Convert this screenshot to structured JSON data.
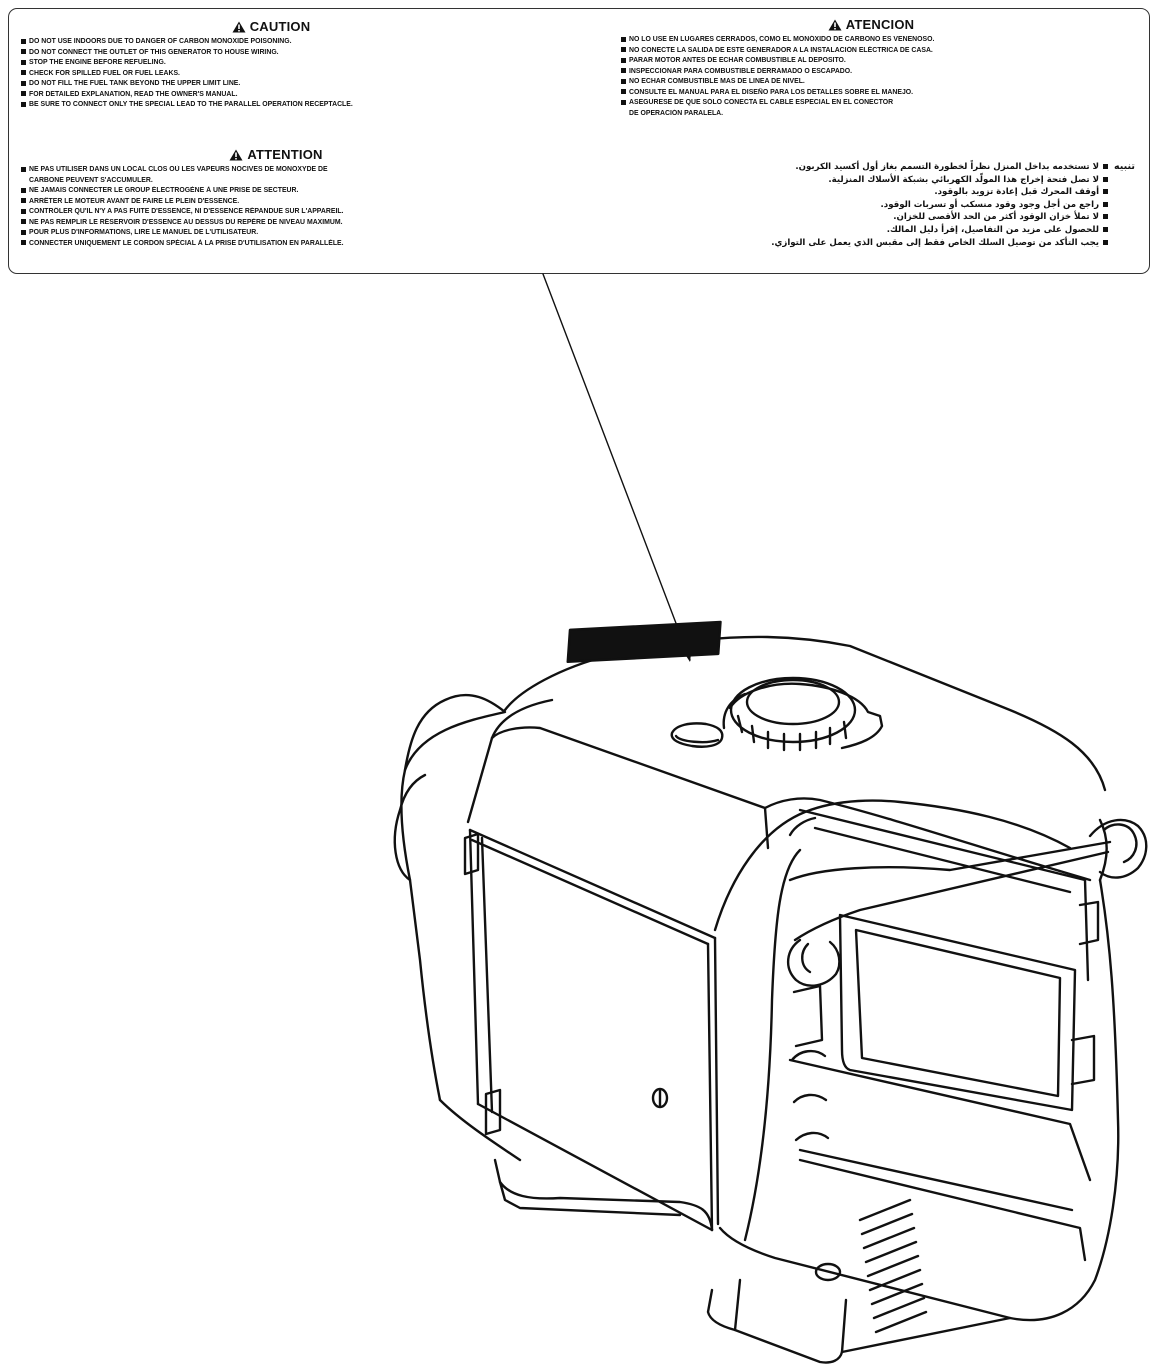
{
  "caution": {
    "title": "CAUTION",
    "lines": [
      "DO NOT USE INDOORS DUE TO DANGER OF CARBON MONOXIDE POISONING.",
      "DO NOT CONNECT THE OUTLET OF THIS GENERATOR TO HOUSE WIRING.",
      "STOP THE ENGINE BEFORE REFUELING.",
      "CHECK FOR SPILLED FUEL OR FUEL LEAKS.",
      "DO NOT FILL THE FUEL TANK BEYOND THE UPPER LIMIT LINE.",
      "FOR DETAILED EXPLANATION, READ THE OWNER'S MANUAL.",
      "BE SURE TO CONNECT ONLY THE SPECIAL LEAD TO THE PARALLEL OPERATION RECEPTACLE."
    ]
  },
  "attention": {
    "title": "ATTENTION",
    "lines": [
      "NE PAS UTILISER DANS UN LOCAL CLOS OÙ LES VAPEURS NOCIVES DE MONOXYDE DE",
      "CARBONE PEUVENT S'ACCUMULER.",
      "NE JAMAIS CONNECTER LE GROUP ÉLECTROGÈNE À UNE PRISE DE SECTEUR.",
      "ARRÊTER LE MOTEUR AVANT DE FAIRE LE PLEIN D'ESSENCE.",
      "CONTRÔLER QU'IL N'Y A PAS FUITE D'ESSENCE, NI D'ESSENCE RÉPANDUE SUR L'APPAREIL.",
      "NE PAS REMPLIR LE RÉSERVOIR D'ESSENCE AU DESSUS DU REPÈRE DE NIVEAU MAXIMUM.",
      "POUR PLUS D'INFORMATIONS, LIRE LE MANUEL DE L'UTILISATEUR.",
      "CONNECTER UNIQUEMENT LE CORDON SPÉCIAL À LA PRISE D'UTILISATION EN PARALLÈLE."
    ]
  },
  "atencion": {
    "title": "ATENCION",
    "lines": [
      "NO LO USE EN LUGARES CERRADOS, COMO EL MONÓXIDO DE CARBONO ES VENENOSO.",
      "NO CONECTE LA SALIDA DE ESTE GENERADOR A LA INSTALACIÓN ELÉCTRICA DE CASA.",
      "PARAR MOTOR ANTES DE ECHAR COMBUSTIBLE AL DEPOSITO.",
      "INSPECCIONAR PARA COMBUSTIBLE DERRAMADO O ESCAPADO.",
      "NO ECHAR COMBUSTIBLE MAS DE LINEA DE NIVEL.",
      "CONSULTE EL MANUAL PARA EL DISEÑO PARA LOS DETALLES SOBRE EL MANEJO.",
      "ASEGURESE DE QUE SÓLO CONECTA EL CABLE ESPECIAL EN EL CONECTOR",
      "DE OPERACIÓN PARALELA."
    ]
  },
  "arabic": {
    "title": "تنبيه",
    "lines": [
      "لا تستخدمه بداخل المنزل نظراً لخطورة التسمم بغاز أول أكسيد الكربون.",
      "لا تصل فتحة إخراج هذا المولّد الكهربائي بشبكة الأسلاك المنزلية.",
      "أوقف المحرك قبل إعادة تزويد بالوقود.",
      "راجع من أجل وجود وقود منسكب أو تسربات الوقود.",
      "لا تملأ خزان الوقود أكثر من الحد الأقصى للخزان.",
      "للحصول على مزيد من التفاصيل، إقرأ دليل المالك.",
      "يجب التأكد من توصيل السلك الخاص فقط إلى مقبس الذي يعمل على التوازي."
    ]
  },
  "colors": {
    "ink": "#111111",
    "paper": "#ffffff"
  },
  "icons": {
    "warning": "warning-triangle-icon"
  }
}
